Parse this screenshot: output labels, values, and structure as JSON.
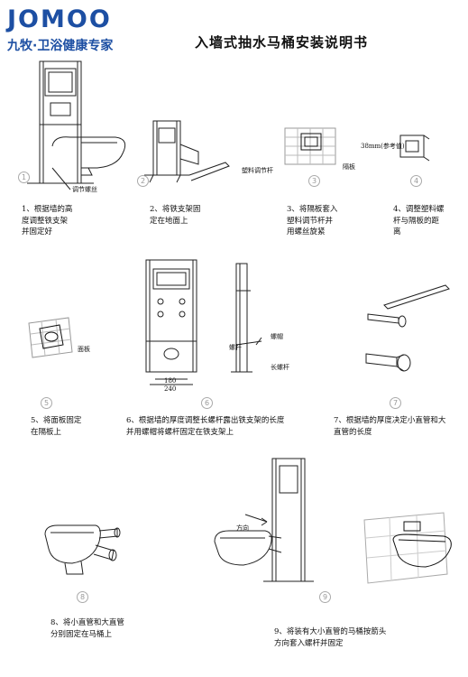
{
  "header": {
    "logo": "JOMOO",
    "tagline": "九牧·卫浴健康专家",
    "title": "入墙式抽水马桶安装说明书"
  },
  "labels": {
    "adjust_screw": "调节螺丝",
    "plastic_rod": "塑料调节杆",
    "partition": "隔板",
    "distance": "38mm(参考值)",
    "panel": "面板",
    "nut": "螺帽",
    "bolt": "长螺杆",
    "screw": "螺杆",
    "direction": "方向",
    "dim_a": "180",
    "dim_b": "240"
  },
  "steps": [
    {
      "num": "1",
      "text": [
        "1、根据墙的高",
        "度调整铁支架",
        "并固定好"
      ]
    },
    {
      "num": "2",
      "text": [
        "2、将铁支架固",
        "定在地面上"
      ]
    },
    {
      "num": "3",
      "text": [
        "3、将隔板套入",
        "塑料调节杆并",
        "用螺丝旋紧"
      ]
    },
    {
      "num": "4",
      "text": [
        "4、调整塑料螺",
        "杆与隔板的距",
        "离"
      ]
    },
    {
      "num": "5",
      "text": [
        "5、将面板固定",
        "在隔板上"
      ]
    },
    {
      "num": "6",
      "text": [
        "6、根据墙的厚度调整长螺杆露出铁支架的长度",
        "并用螺帽将螺杆固定在铁支架上"
      ]
    },
    {
      "num": "7",
      "text": [
        "7、根据墙的厚度决定小直管和大",
        "直管的长度"
      ]
    },
    {
      "num": "8",
      "text": [
        "8、将小直管和大直管",
        "分别固定在马桶上"
      ]
    },
    {
      "num": "9",
      "text": [
        "9、将装有大小直管的马桶按箭头",
        "方向套入螺杆并固定"
      ]
    }
  ],
  "colors": {
    "brand": "#1d4fa3"
  }
}
